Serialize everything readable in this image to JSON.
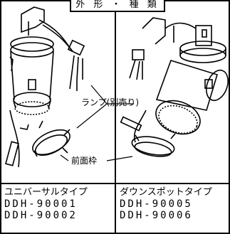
{
  "title": "外 形 ・ 種 類",
  "callouts": {
    "lamp": "ランプ(別売り)",
    "front_frame": "前面枠"
  },
  "variants": [
    {
      "type": "ユニバーサルタイプ",
      "models": [
        "DDH-90001",
        "DDH-90002"
      ]
    },
    {
      "type": "ダウンスポットタイプ",
      "models": [
        "DDH-90005",
        "DDH-90006"
      ]
    }
  ],
  "colors": {
    "line": "#000000",
    "background": "#ffffff"
  }
}
